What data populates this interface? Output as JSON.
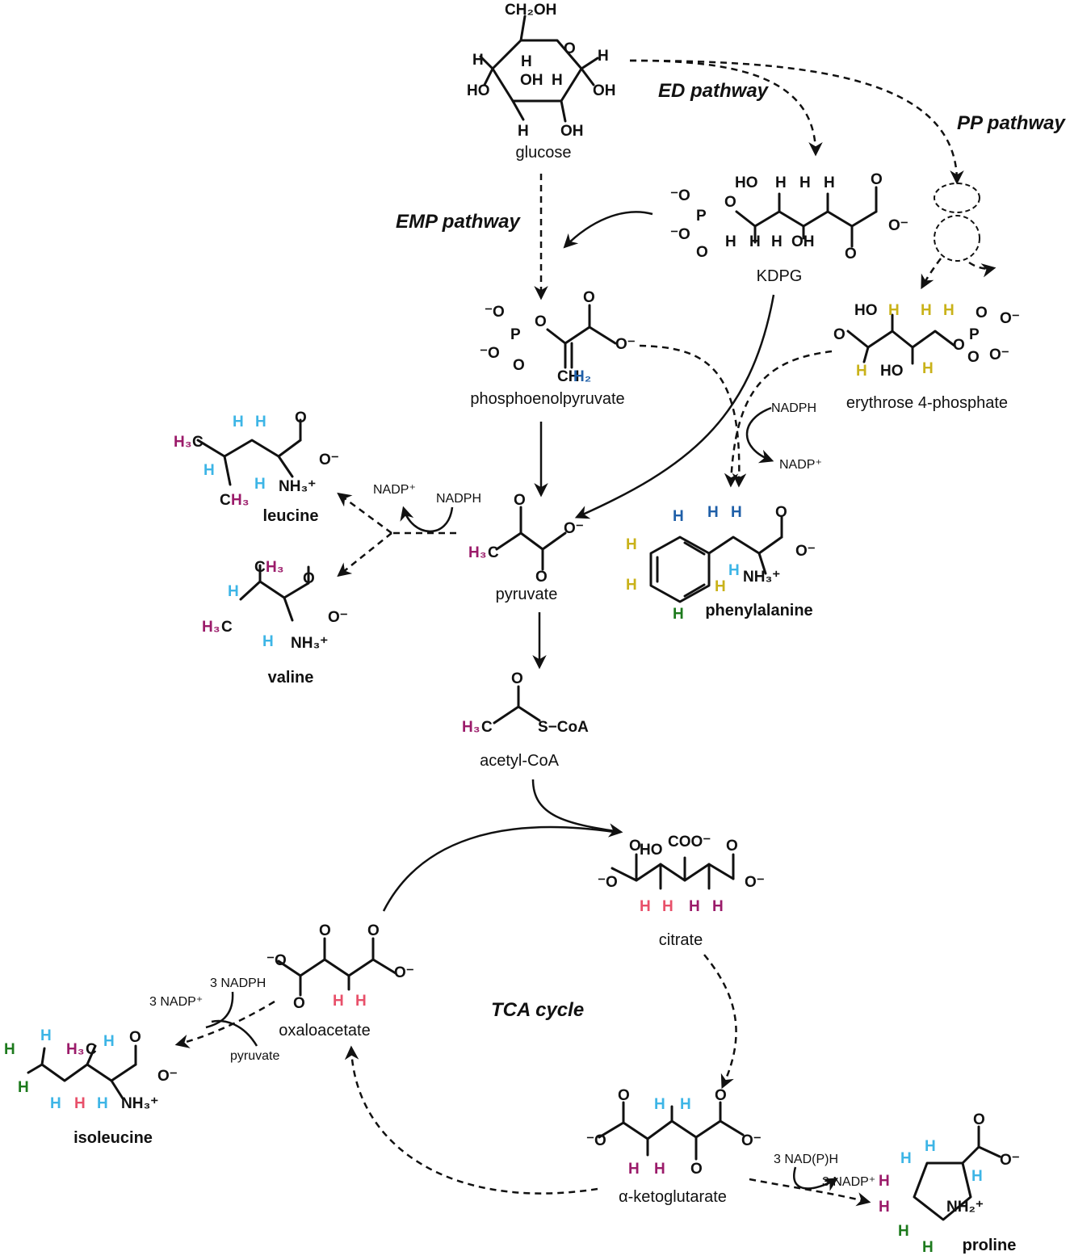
{
  "compounds": {
    "glucose": "glucose",
    "kdpg": "KDPG",
    "pep": "phosphoenolpyruvate",
    "e4p": "erythrose 4-phosphate",
    "pyruvate": "pyruvate",
    "leucine": "leucine",
    "valine": "valine",
    "phenylalanine": "phenylalanine",
    "acetylcoa": "acetyl-CoA",
    "citrate": "citrate",
    "oxaloacetate": "oxaloacetate",
    "akg": "α-ketoglutarate",
    "isoleucine": "isoleucine",
    "proline": "proline"
  },
  "pathways": {
    "ed": "ED pathway",
    "pp": "PP pathway",
    "emp": "EMP pathway",
    "tca": "TCA cycle"
  },
  "cofactors": {
    "nadp_plus": "NADP⁺",
    "nadph": "NADPH",
    "three_nadph": "3 NADPH",
    "three_nadp_plus": "3 NADP⁺",
    "three_nadp_h": "3 NAD(P)H",
    "pyruvate_side": "pyruvate"
  },
  "atom_labels": {
    "ch2oh": "CH₂OH",
    "scoa": "S−CoA",
    "coo": "COO⁻",
    "nh3": "NH₃⁺",
    "nh2": "NH₂⁺"
  },
  "colors": {
    "magenta": "#9b1b6a",
    "light_blue": "#3db5e6",
    "dark_blue": "#1f5fa8",
    "yellow": "#c9b21a",
    "green": "#1d7a1d",
    "pink": "#e8506a",
    "black": "#111111"
  }
}
